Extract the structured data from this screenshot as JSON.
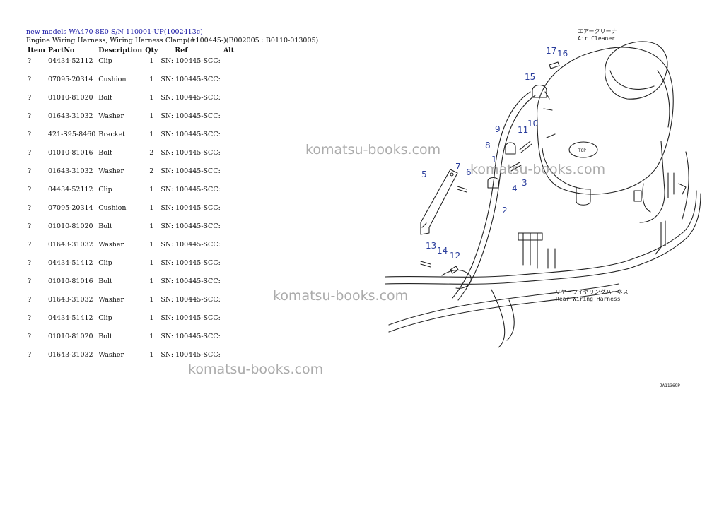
{
  "breadcrumb": {
    "link1": "new models",
    "link2": "WA470-8E0 S/N 110001-UP(1002413c)"
  },
  "heading": "Engine Wiring Harness, Wiring Harness Clamp(#100445-)(B002005 : B0110-013005)",
  "table": {
    "columns": [
      "Item",
      "PartNo",
      "Description",
      "Qty",
      "Ref",
      "Alt"
    ],
    "rows": [
      {
        "item": "?",
        "part": "04434-52112",
        "desc": "Clip",
        "qty": "1",
        "ref": "SN: 100445-SCC:",
        "alt": ""
      },
      {
        "item": "?",
        "part": "07095-20314",
        "desc": "Cushion",
        "qty": "1",
        "ref": "SN: 100445-SCC:",
        "alt": ""
      },
      {
        "item": "?",
        "part": "01010-81020",
        "desc": "Bolt",
        "qty": "1",
        "ref": "SN: 100445-SCC:",
        "alt": ""
      },
      {
        "item": "?",
        "part": "01643-31032",
        "desc": "Washer",
        "qty": "1",
        "ref": "SN: 100445-SCC:",
        "alt": ""
      },
      {
        "item": "?",
        "part": "421-S95-8460",
        "desc": "Bracket",
        "qty": "1",
        "ref": "SN: 100445-SCC:",
        "alt": ""
      },
      {
        "item": "?",
        "part": "01010-81016",
        "desc": "Bolt",
        "qty": "2",
        "ref": "SN: 100445-SCC:",
        "alt": ""
      },
      {
        "item": "?",
        "part": "01643-31032",
        "desc": "Washer",
        "qty": "2",
        "ref": "SN: 100445-SCC:",
        "alt": ""
      },
      {
        "item": "?",
        "part": "04434-52112",
        "desc": "Clip",
        "qty": "1",
        "ref": "SN: 100445-SCC:",
        "alt": ""
      },
      {
        "item": "?",
        "part": "07095-20314",
        "desc": "Cushion",
        "qty": "1",
        "ref": "SN: 100445-SCC:",
        "alt": ""
      },
      {
        "item": "?",
        "part": "01010-81020",
        "desc": "Bolt",
        "qty": "1",
        "ref": "SN: 100445-SCC:",
        "alt": ""
      },
      {
        "item": "?",
        "part": "01643-31032",
        "desc": "Washer",
        "qty": "1",
        "ref": "SN: 100445-SCC:",
        "alt": ""
      },
      {
        "item": "?",
        "part": "04434-51412",
        "desc": "Clip",
        "qty": "1",
        "ref": "SN: 100445-SCC:",
        "alt": ""
      },
      {
        "item": "?",
        "part": "01010-81016",
        "desc": "Bolt",
        "qty": "1",
        "ref": "SN: 100445-SCC:",
        "alt": ""
      },
      {
        "item": "?",
        "part": "01643-31032",
        "desc": "Washer",
        "qty": "1",
        "ref": "SN: 100445-SCC:",
        "alt": ""
      },
      {
        "item": "?",
        "part": "04434-51412",
        "desc": "Clip",
        "qty": "1",
        "ref": "SN: 100445-SCC:",
        "alt": ""
      },
      {
        "item": "?",
        "part": "01010-81020",
        "desc": "Bolt",
        "qty": "1",
        "ref": "SN: 100445-SCC:",
        "alt": ""
      },
      {
        "item": "?",
        "part": "01643-31032",
        "desc": "Washer",
        "qty": "1",
        "ref": "SN: 100445-SCC:",
        "alt": ""
      }
    ]
  },
  "diagram": {
    "labels": {
      "air_cleaner_jp": "エアークリーナ",
      "air_cleaner_en": "Air Cleaner",
      "rear_harness_jp": "リヤーワイヤリングハーネス",
      "rear_harness_en": "Rear Wiring Harness",
      "drawing_code": "JA11369P",
      "top_mark": "TOP"
    },
    "callouts": [
      "1",
      "2",
      "3",
      "4",
      "5",
      "6",
      "7",
      "8",
      "9",
      "10",
      "11",
      "12",
      "13",
      "14",
      "15",
      "16",
      "17"
    ],
    "callout_color": "#2a3d9c"
  },
  "watermark": "komatsu-books.com"
}
